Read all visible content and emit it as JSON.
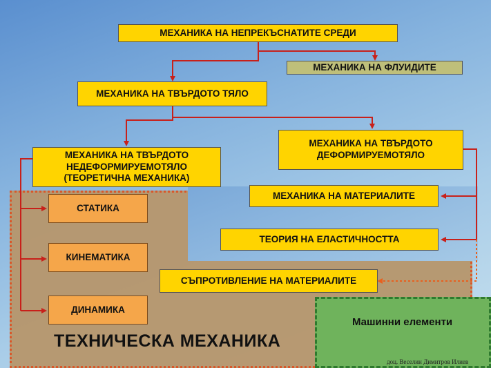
{
  "boxes": {
    "continuum": "МЕХАНИКА НА НЕПРЕКЪСНАТИТЕ СРЕДИ",
    "fluids": "МЕХАНИКА НА ФЛУИДИТЕ",
    "rigid": "МЕХАНИКА НА ТВЪРДОТО ТЯЛО",
    "rigid_nondeform": [
      "МЕХАНИКА НА ТВЪРДОТО",
      "НЕДЕФОРМИРУЕМОТЯЛО",
      "(ТЕОРЕТИЧНА МЕХАНИКА)"
    ],
    "rigid_deform": [
      "МЕХАНИКА НА ТВЪРДОТО",
      "ДЕФОРМИРУЕМОТЯЛО"
    ],
    "materials_mech": "МЕХАНИКА НА МАТЕРИАЛИТЕ",
    "elasticity": "ТЕОРИЯ НА ЕЛАСТИЧНОСТТА",
    "resistance": "СЪПРОТИВЛЕНИЕ НА МАТЕРИАЛИТЕ",
    "statics": "СТАТИКА",
    "kinematics": "КИНЕМАТИКА",
    "dynamics": "ДИНАМИКА"
  },
  "regions": {
    "technical_mechanics": "ТЕХНИЧЕСКА МЕХАНИКА",
    "machine_elements": "Машинни елементи"
  },
  "credit": "доц. Веселин Димитров Илиев",
  "colors": {
    "yellow": "#ffd400",
    "orange": "#f5a64a",
    "link": "#c8201a",
    "dashed_link": "#e8601f"
  }
}
